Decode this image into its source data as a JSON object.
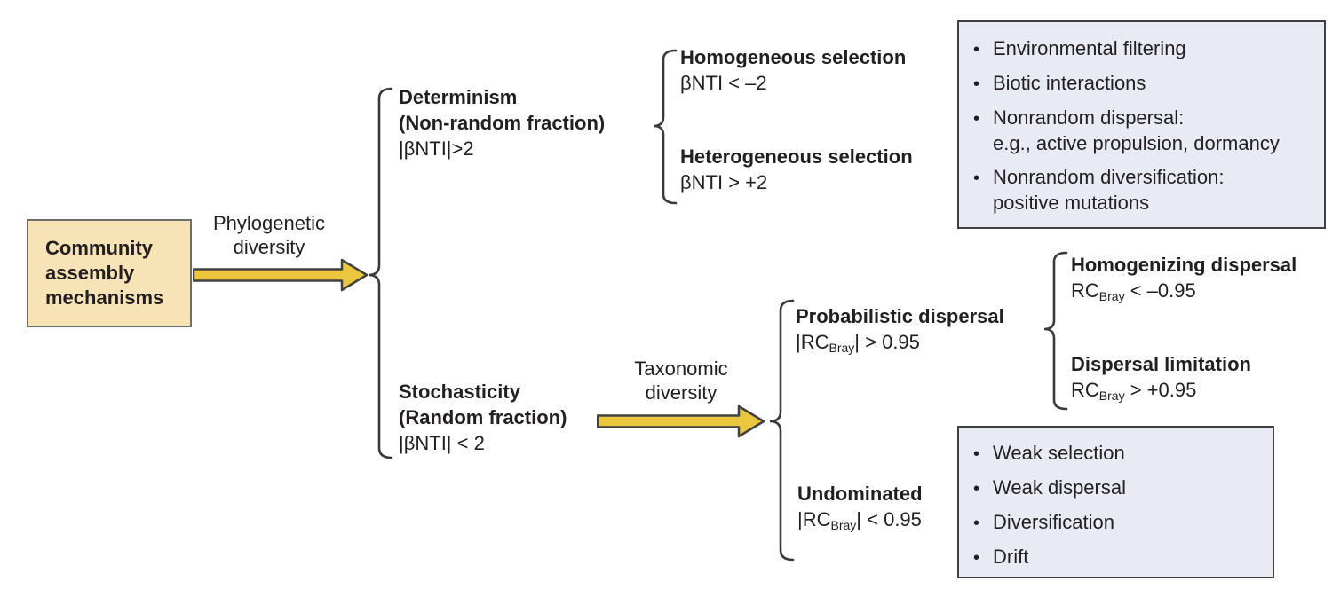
{
  "palette": {
    "background": "#ffffff",
    "root_box_fill": "#F8E3B7",
    "root_box_border": "#6D6E71",
    "arrow_fill": "#EAC73F",
    "arrow_border": "#414042",
    "info_box_fill": "#E9EBF4",
    "info_box_border": "#404041",
    "text": "#231F20",
    "brace": "#3A3A3A"
  },
  "glyphs": {
    "bullet": "•"
  },
  "root": {
    "line1": "Community",
    "line2": "assembly",
    "line3": "mechanisms"
  },
  "arrows": {
    "phylogenetic": {
      "label_line1": "Phylogenetic",
      "label_line2": "diversity"
    },
    "taxonomic": {
      "label_line1": "Taxonomic",
      "label_line2": "diversity"
    }
  },
  "nodes": {
    "determinism": {
      "title1": "Determinism",
      "title2": "(Non-random fraction)",
      "criterion": "|βNTI|>2"
    },
    "stochasticity": {
      "title1": "Stochasticity",
      "title2": "(Random fraction)",
      "criterion": "|βNTI| < 2"
    },
    "homogeneous_selection": {
      "title": "Homogeneous selection",
      "criterion": "βNTI < –2"
    },
    "heterogeneous_selection": {
      "title": "Heterogeneous selection",
      "criterion": "βNTI > +2"
    },
    "probabilistic_dispersal": {
      "title": "Probabilistic dispersal",
      "criterion_pre": "|RC",
      "criterion_sub": "Bray",
      "criterion_post": "| > 0.95"
    },
    "homogenizing_dispersal": {
      "title": "Homogenizing dispersal",
      "criterion_pre": "RC",
      "criterion_sub": "Bray",
      "criterion_post": " < –0.95"
    },
    "dispersal_limitation": {
      "title": "Dispersal limitation",
      "criterion_pre": "RC",
      "criterion_sub": "Bray",
      "criterion_post": " > +0.95"
    },
    "undominated": {
      "title": "Undominated",
      "criterion_pre": "|RC",
      "criterion_sub": "Bray",
      "criterion_post": "| < 0.95"
    }
  },
  "info_boxes": {
    "selection": {
      "items": [
        {
          "line1": "Environmental filtering",
          "line2": ""
        },
        {
          "line1": "Biotic interactions",
          "line2": ""
        },
        {
          "line1": "Nonrandom dispersal:",
          "line2": "e.g., active propulsion, dormancy"
        },
        {
          "line1": "Nonrandom diversification:",
          "line2": "positive mutations"
        }
      ]
    },
    "undominated": {
      "items": [
        {
          "line1": "Weak selection"
        },
        {
          "line1": "Weak dispersal"
        },
        {
          "line1": "Diversification"
        },
        {
          "line1": "Drift"
        }
      ]
    }
  }
}
